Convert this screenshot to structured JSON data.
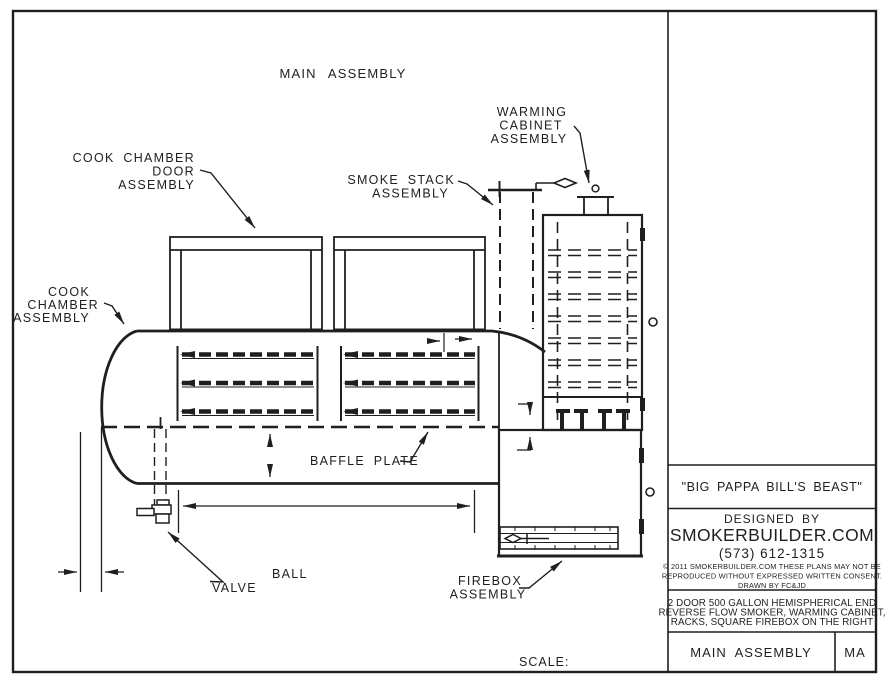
{
  "colors": {
    "ink": "#1f1f1f",
    "paper": "#ffffff"
  },
  "labels": {
    "main_title": "MAIN ASSEMBLY",
    "cook_chamber_door": [
      "COOK CHAMBER",
      "DOOR",
      "ASSEMBLY"
    ],
    "smoke_stack": [
      "SMOKE STACK",
      "ASSEMBLY"
    ],
    "warming_cabinet": [
      "WARMING",
      "CABINET",
      "ASSEMBLY"
    ],
    "cook_chamber": [
      "COOK",
      "CHAMBER",
      "ASSEMBLY"
    ],
    "baffle_plate": "BAFFLE PLATE",
    "ball_valve": [
      "BALL",
      "VALVE"
    ],
    "firebox": [
      "FIREBOX",
      "ASSEMBLY"
    ],
    "scale": "SCALE:"
  },
  "title_block": {
    "drawing_name": "\"BIG PAPPA BILL'S BEAST\"",
    "designed_by": "DESIGNED BY",
    "company": "SMOKERBUILDER.COM",
    "phone": "(573) 612-1315",
    "copyright": [
      "© 2011 SMOKERBUILDER.COM THESE PLANS MAY NOT BE",
      "REPRODUCED WITHOUT EXPRESSED WRITTEN CONSENT.",
      "DRAWN BY FC&JD"
    ],
    "description": [
      "2 DOOR 500 GALLON HEMISPHERICAL END",
      "REVERSE FLOW SMOKER, WARMING CABINET,",
      "RACKS, SQUARE FIREBOX ON THE RIGHT"
    ],
    "sheet_title": "MAIN ASSEMBLY",
    "sheet_code": "MA"
  }
}
